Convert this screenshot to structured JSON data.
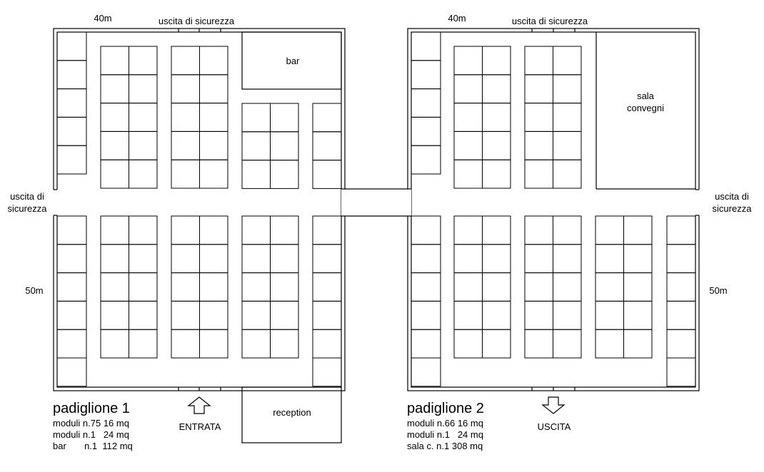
{
  "dimensions": {
    "pav1_width": "40m",
    "pav2_width": "40m",
    "pav1_depth": "50m",
    "pav2_depth": "50m"
  },
  "labels": {
    "exit_top_1": "uscita di sicurezza",
    "exit_top_2": "uscita di sicurezza",
    "exit_left": [
      "uscita di",
      "sicurezza"
    ],
    "exit_right": [
      "uscita di",
      "sicurezza"
    ],
    "bar": "bar",
    "sala": [
      "sala",
      "convegni"
    ],
    "reception": "reception",
    "entrance": "ENTRATA",
    "exit": "USCITA"
  },
  "pavilion1": {
    "title": "padiglione 1",
    "lines": [
      "moduli n.75 16 mq",
      "moduli n.1   24 mq",
      "bar       n.1  112 mq"
    ]
  },
  "pavilion2": {
    "title": "padiglione 2",
    "lines": [
      "moduli n.66 16 mq",
      "moduli n.1   24 mq",
      "sala c. n.1 308 mq"
    ]
  },
  "colors": {
    "line": "#000000",
    "background": "#ffffff"
  },
  "icons": {
    "entrance": "arrow-up-icon",
    "exit": "arrow-down-icon"
  }
}
